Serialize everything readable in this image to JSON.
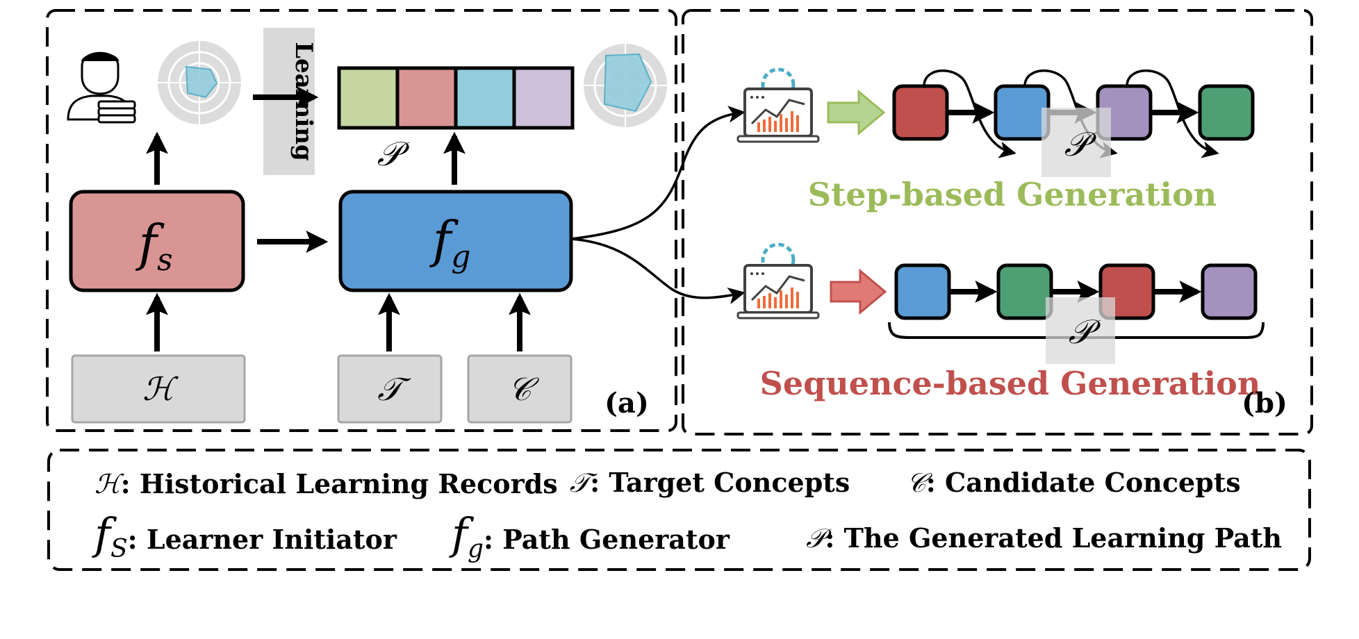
{
  "panel_a": {
    "label": "(a)",
    "learning_label": "Learning",
    "fs_symbol": "f",
    "fs_sub": "s",
    "fg_symbol": "f",
    "fg_sub": "g",
    "path_symbol": "𝒫",
    "inputs": {
      "history": "ℋ",
      "target": "𝒯",
      "candidate": "𝒞"
    },
    "path_colors": [
      "#c5d6a0",
      "#d99594",
      "#93cddd",
      "#ccc0da"
    ]
  },
  "panel_b": {
    "label": "(b)",
    "step_title": "Step-based Generation",
    "step_title_color": "#9bbb59",
    "seq_title": "Sequence-based Generation",
    "seq_title_color": "#c0504d",
    "path_symbol": "𝒫",
    "step_colors": [
      "#c0504d",
      "#5b9bd5",
      "#a392c0",
      "#4f9f75"
    ],
    "seq_colors": [
      "#5b9bd5",
      "#4f9f75",
      "#c0504d",
      "#a392c0"
    ]
  },
  "legend": {
    "history_sym": "ℋ",
    "history_text": ": Historical Learning Records",
    "target_sym": "𝒯",
    "target_text": ": Target Concepts",
    "candidate_sym": "𝒞",
    "candidate_text": ": Candidate Concepts",
    "fs_sym": "f",
    "fs_sub": "S",
    "fs_text": ": Learner Initiator",
    "fg_sym": "f",
    "fg_sub": "g",
    "fg_text": ": Path Generator",
    "path_sym": "𝒫",
    "path_text": ": The Generated Learning Path"
  },
  "colors": {
    "fs_box": "#d99594",
    "fg_box": "#5b9bd5",
    "input_box": "#d9d9d9",
    "step_arrow": "#b5d492",
    "seq_arrow": "#e07a74",
    "radar_fill": "#93cddd"
  }
}
